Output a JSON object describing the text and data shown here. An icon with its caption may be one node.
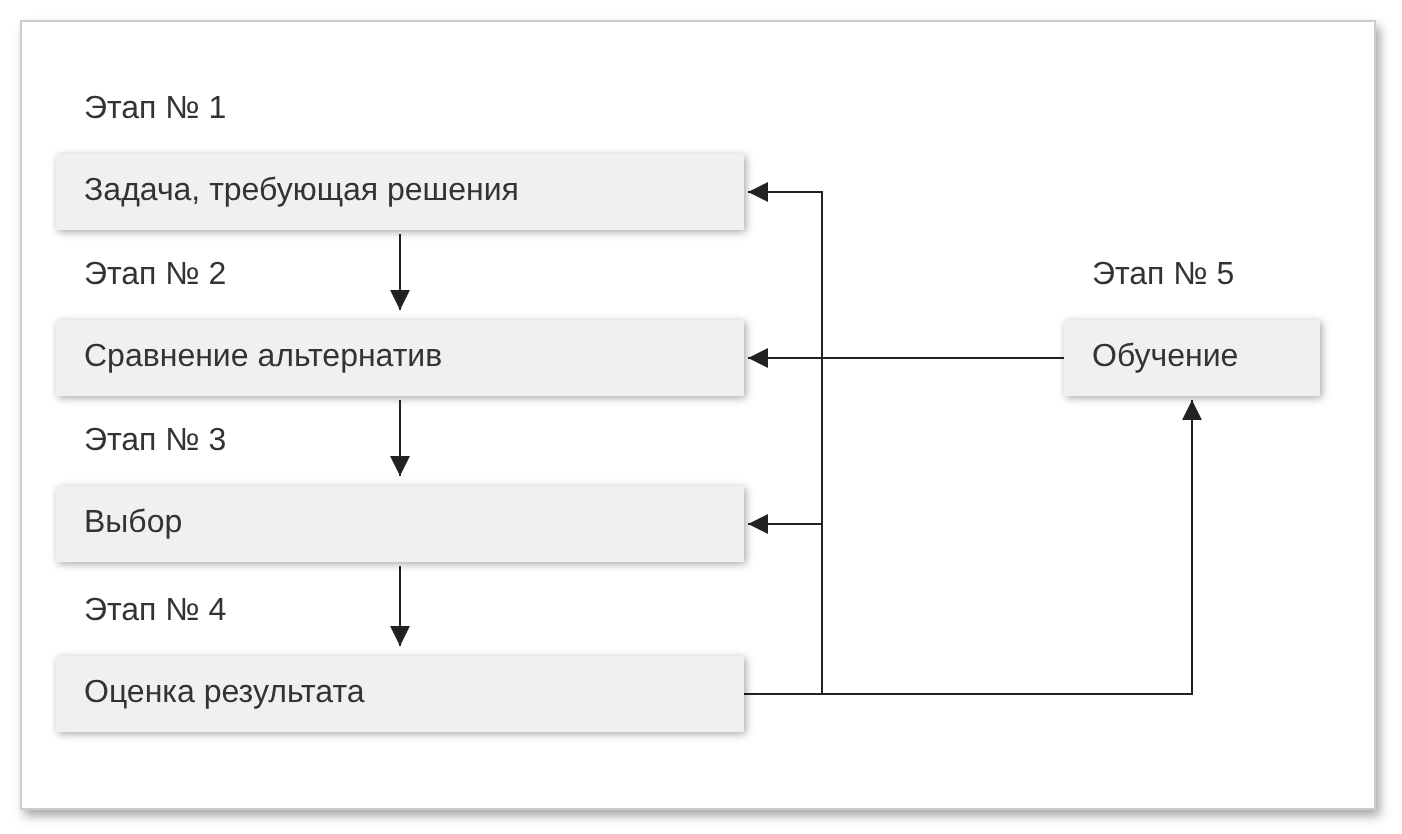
{
  "diagram": {
    "nodes": [
      {
        "text": [
          "Задача, требующая решения"
        ],
        "beside": [
          "Этап № 1"
        ]
      },
      {
        "text": [
          "Сравнение альтернатив"
        ],
        "beside": [
          "Этап № 2"
        ]
      },
      {
        "text": [
          "Выбор"
        ],
        "beside": [
          "Этап № 3"
        ]
      },
      {
        "text": [
          "Оценка результата"
        ],
        "beside": [
          "Этап № 4"
        ]
      },
      {
        "text": [
          "Обучение"
        ],
        "beside": [
          "Этап № 5"
        ]
      }
    ],
    "edges": [
      {
        "from": 0,
        "to": 1,
        "arrow": "to"
      },
      {
        "from": 1,
        "to": 2,
        "arrow": "to"
      },
      {
        "from": 2,
        "to": 3,
        "arrow": "to"
      },
      {
        "from": 3,
        "to": 0,
        "arrow": "to"
      },
      {
        "from": 3,
        "to": 2,
        "arrow": "to"
      },
      {
        "from": 3,
        "to": 4,
        "arrow": "to"
      },
      {
        "from": 4,
        "to": 1,
        "arrow": "to"
      }
    ]
  }
}
